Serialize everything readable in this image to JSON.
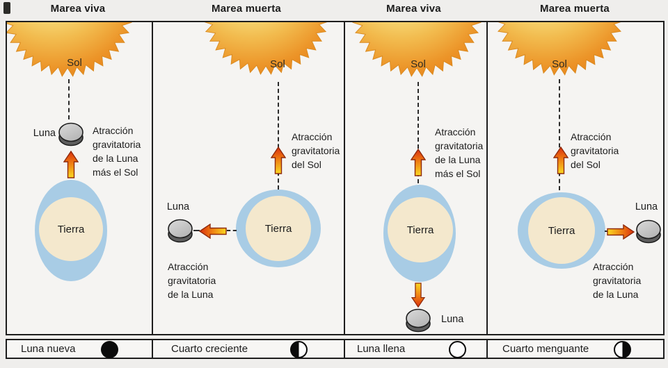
{
  "panels": [
    {
      "id": "spring-tide-new-moon",
      "title": "Marea viva",
      "sun_label": "Sol",
      "earth_label": "Tierra",
      "moon_label": "Luna",
      "combined_force": {
        "lines": [
          "Atracción",
          "gravitatoria",
          "de la Luna",
          "más el Sol"
        ]
      }
    },
    {
      "id": "neap-tide-first-quarter",
      "title": "Marea muerta",
      "sun_label": "Sol",
      "earth_label": "Tierra",
      "moon_label": "Luna",
      "sun_force": {
        "lines": [
          "Atracción",
          "gravitatoria",
          "del Sol"
        ]
      },
      "moon_force": {
        "lines": [
          "Atracción",
          "gravitatoria",
          "de la Luna"
        ]
      }
    },
    {
      "id": "spring-tide-full-moon",
      "title": "Marea viva",
      "sun_label": "Sol",
      "earth_label": "Tierra",
      "moon_label": "Luna",
      "combined_force": {
        "lines": [
          "Atracción",
          "gravitatoria",
          "de la Luna",
          "más el Sol"
        ]
      }
    },
    {
      "id": "neap-tide-last-quarter",
      "title": "Marea muerta",
      "sun_label": "Sol",
      "earth_label": "Tierra",
      "moon_label": "Luna",
      "sun_force": {
        "lines": [
          "Atracción",
          "gravitatoria",
          "del Sol"
        ]
      },
      "moon_force": {
        "lines": [
          "Atracción",
          "gravitatoria",
          "de la Luna"
        ]
      }
    }
  ],
  "phase_row": [
    {
      "label": "Luna nueva",
      "icon": "new-moon-icon"
    },
    {
      "label": "Cuarto creciente",
      "icon": "first-quarter-icon"
    },
    {
      "label": "Luna llena",
      "icon": "full-moon-icon"
    },
    {
      "label": "Cuarto menguante",
      "icon": "last-quarter-icon"
    }
  ],
  "colors": {
    "sun_core": "#fbf3bc",
    "sun_edge": "#e67d15",
    "water_bulge": "#a8cce5",
    "earth_land": "#f4e8cd",
    "arrow_tip": "#d92f0e",
    "arrow_tail": "#f9d822",
    "moon_light": "#cfcfcf",
    "moon_dark": "#5e5e5e",
    "background": "#efeeec",
    "border": "#1d1d1d"
  }
}
